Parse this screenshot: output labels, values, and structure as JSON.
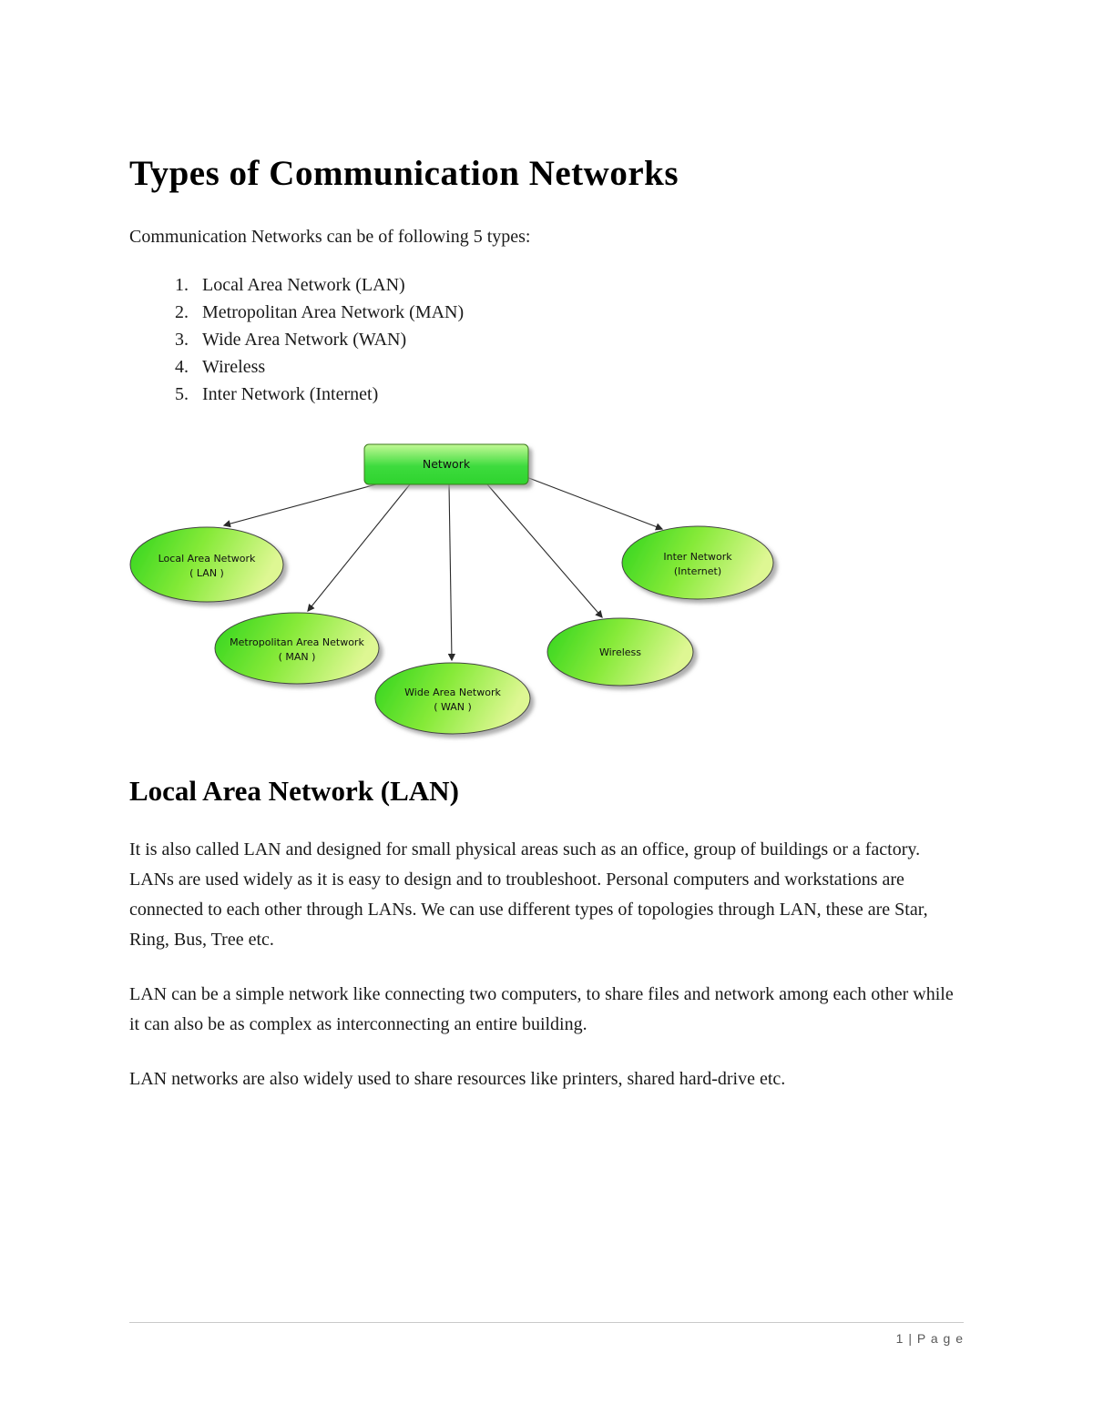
{
  "page": {
    "title": "Types of Communication Networks",
    "intro": "Communication Networks can be of following 5 types:",
    "list": [
      "Local Area Network (LAN)",
      "Metropolitan Area Network (MAN)",
      "Wide Area Network (WAN)",
      "Wireless",
      "Inter Network (Internet)"
    ],
    "section": {
      "heading": "Local Area Network (LAN)",
      "paragraphs": [
        "It is also called LAN and designed for small physical areas such as an office, group of buildings or a factory. LANs are used widely as it is easy to design and to troubleshoot. Personal computers and workstations are connected to each other through LANs. We can use different types of topologies through LAN, these are Star, Ring, Bus, Tree etc.",
        "LAN can be a simple network like connecting two computers, to share files and network among each other while it can also be as complex as interconnecting an entire building.",
        "LAN networks are also widely used to share resources like printers, shared hard-drive etc."
      ]
    },
    "footer": {
      "page_number": "1 | P a g e"
    }
  },
  "diagram": {
    "root_label": "Network",
    "nodes": [
      {
        "line1": "Local Area Network",
        "line2": "( LAN )"
      },
      {
        "line1": "Metropolitan Area Network",
        "line2": "( MAN )"
      },
      {
        "line1": "Wide Area Network",
        "line2": "( WAN )"
      },
      {
        "line1": "Wireless",
        "line2": ""
      },
      {
        "line1": "Inter Network",
        "line2": "(Internet)"
      }
    ],
    "colors": {
      "node_green": "#2fd41e",
      "node_mid": "#86ea38",
      "node_light": "#def793",
      "box_light": "#c3f996",
      "box_green": "#2ed32e",
      "outline": "#3c7a1e",
      "arrow": "#2a2a2a"
    }
  }
}
